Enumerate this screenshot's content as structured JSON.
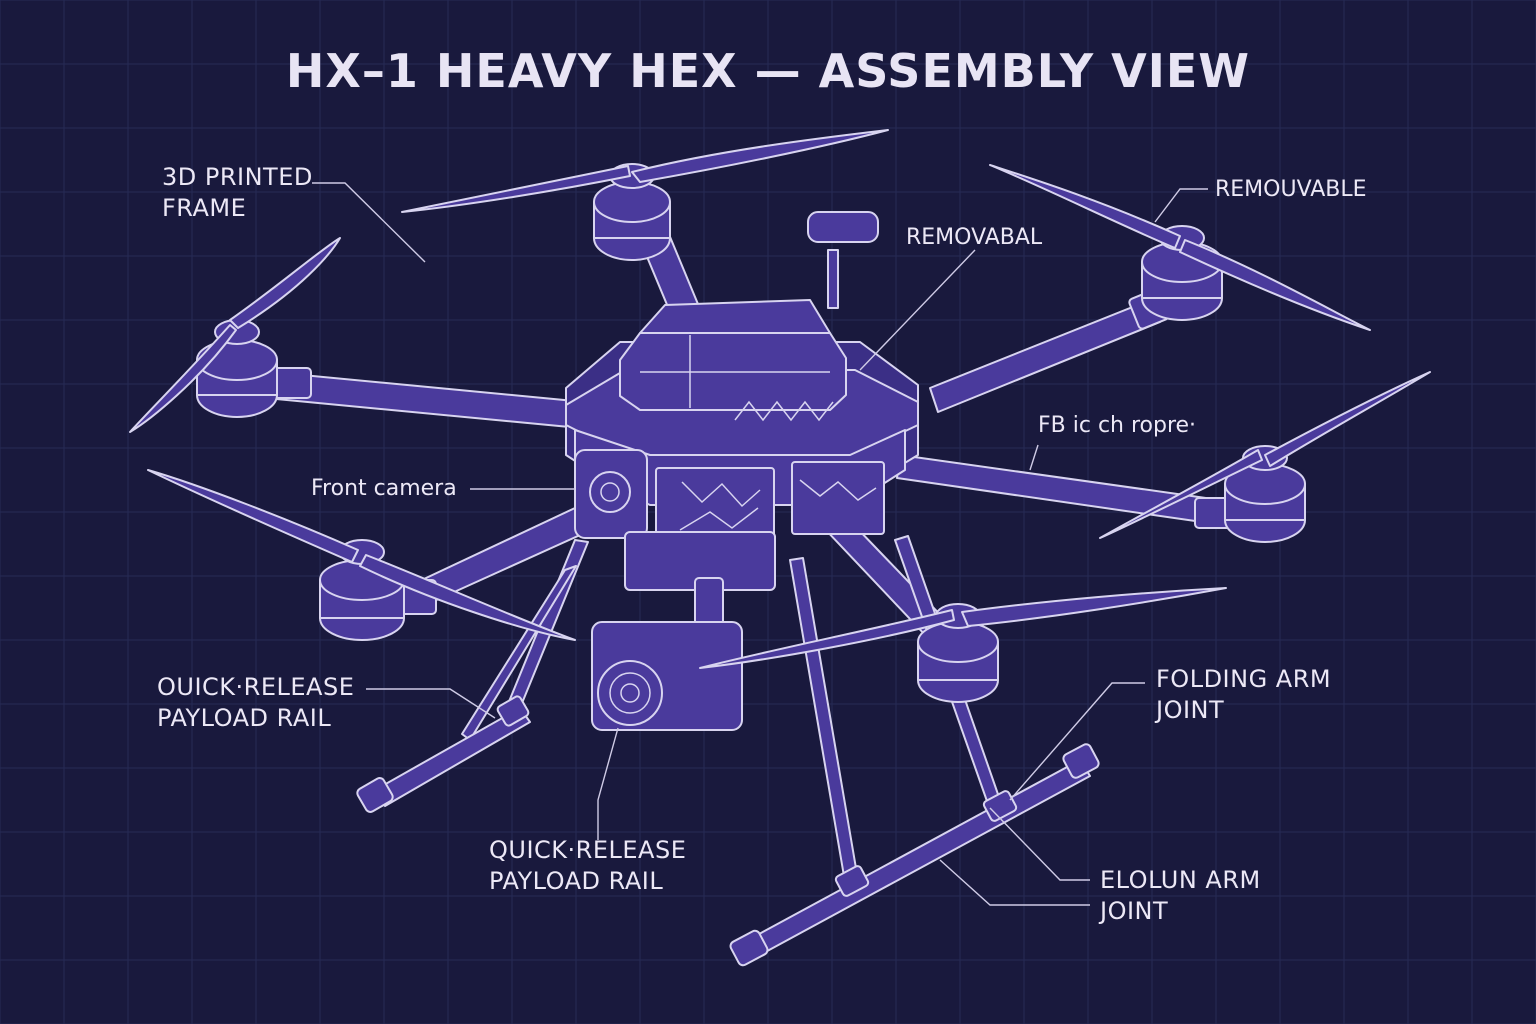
{
  "title": "HX–1 HEAVY HEX — ASSEMBLY VIEW",
  "colors": {
    "background": "#19193d",
    "grid": "#262a55",
    "component_fill": "#4a3a9c",
    "outline": "#d8d4f0",
    "text": "#ece8f6"
  },
  "callouts": [
    {
      "id": "frame",
      "lines": [
        "3D PRINTED",
        "FRAME"
      ]
    },
    {
      "id": "removable-battery",
      "lines": [
        "REMOVABAL"
      ]
    },
    {
      "id": "removable-rotor",
      "lines": [
        "REMOUVABLE"
      ]
    },
    {
      "id": "fb-arm",
      "lines": [
        "FB ic ch ropre·"
      ]
    },
    {
      "id": "front-camera",
      "lines": [
        "Front camera"
      ]
    },
    {
      "id": "quick-release-left",
      "lines": [
        "OUICK·RELEASE",
        "PAYLOAD RAIL"
      ]
    },
    {
      "id": "folding-arm",
      "lines": [
        "FOLDING ARM",
        "JOINT"
      ]
    },
    {
      "id": "quick-release-bottom",
      "lines": [
        "QUICK·RELEASE",
        "PAYLOAD RAIL"
      ]
    },
    {
      "id": "elolun-arm",
      "lines": [
        "ELOLUN ARM",
        "JOINT"
      ]
    }
  ]
}
